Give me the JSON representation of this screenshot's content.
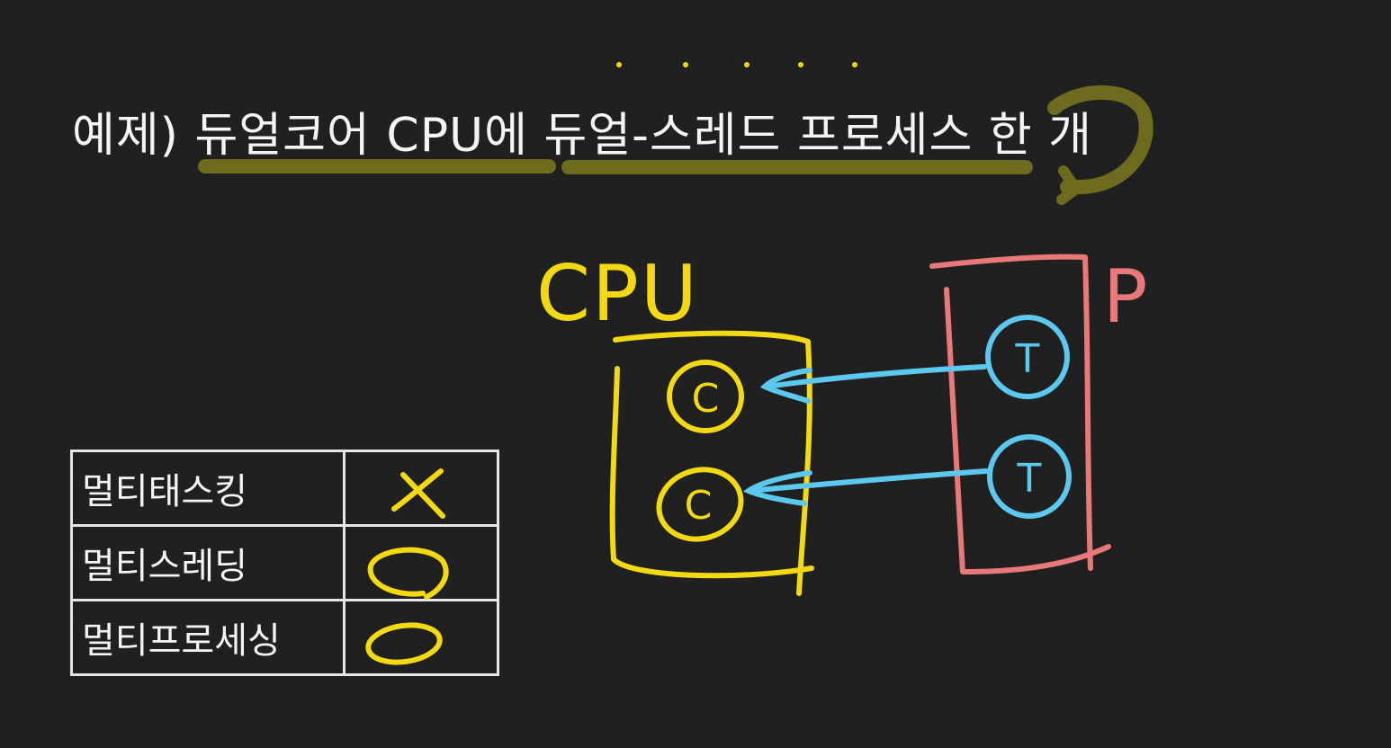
{
  "title": "예제) 듀얼코어 CPU에 듀얼-스레드 프로세스 한 개",
  "diagram": {
    "cpu_label": "CPU",
    "process_label": "P",
    "core_label": "C",
    "thread_label": "T",
    "colors": {
      "cpu": "#f2d914",
      "process": "#e8787a",
      "thread": "#5cc8ee",
      "underline": "#6e6a1e",
      "background": "#202020",
      "text": "#f4f4f4"
    }
  },
  "table": {
    "rows": [
      {
        "label": "멀티태스킹",
        "mark": "x-mark"
      },
      {
        "label": "멀티스레딩",
        "mark": "o-mark"
      },
      {
        "label": "멀티프로세싱",
        "mark": "o-mark"
      }
    ]
  }
}
